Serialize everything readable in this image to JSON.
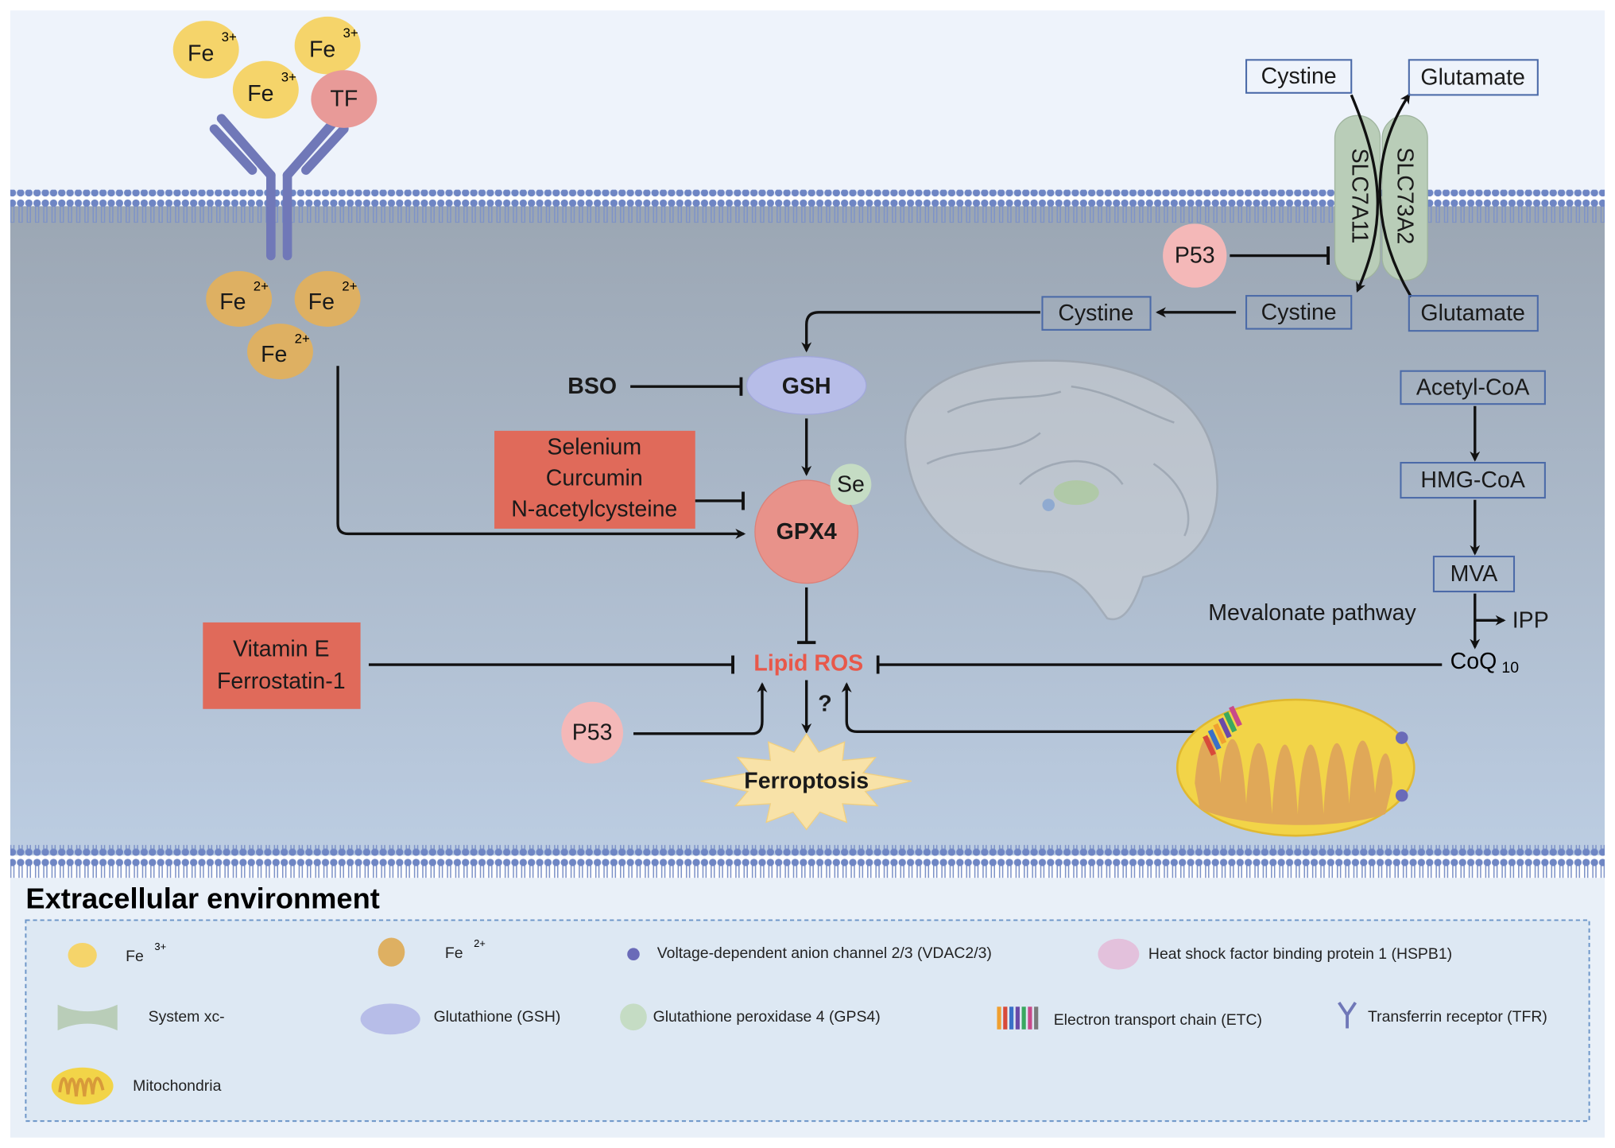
{
  "ions": {
    "fe3": "Fe",
    "fe3_sup": "3+",
    "fe2": "Fe",
    "fe2_sup": "2+",
    "tf": "TF"
  },
  "transporter": {
    "cystine_out": "Cystine",
    "glutamate_out": "Glutamate",
    "slc7a11": "SLC7A11",
    "slc3a2": "SLC73A2",
    "cystine_in": "Cystine",
    "glutamate_in": "Glutamate",
    "cystine_cyto": "Cystine"
  },
  "regulators": {
    "p53_top": "P53",
    "p53_bottom": "P53",
    "bso": "BSO"
  },
  "nodes": {
    "gsh": "GSH",
    "gpx4": "GPX4",
    "se": "Se",
    "lipid_ros": "Lipid ROS",
    "question": "?",
    "ferroptosis": "Ferroptosis"
  },
  "inhibitor_box_1": [
    "Selenium",
    "Curcumin",
    "N-acetylcysteine"
  ],
  "inhibitor_box_2": [
    "Vitamin E",
    "Ferrostatin-1"
  ],
  "mevalonate": {
    "acetyl_coa": "Acetyl-CoA",
    "hmg_coa": "HMG-CoA",
    "mva": "MVA",
    "pathway_label": "Mevalonate pathway",
    "ipp": "IPP",
    "coq": "CoQ",
    "coq_sub": "10"
  },
  "region_label": "Extracellular environment",
  "legend": {
    "fe3": "Fe",
    "fe3_sup": "3+",
    "fe2": "Fe",
    "fe2_sup": "2+",
    "vdac": "Voltage-dependent anion channel 2/3 (VDAC2/3)",
    "hspb1": "Heat shock factor binding protein 1 (HSPB1)",
    "system_xc": "System xc-",
    "gsh": "Glutathione (GSH)",
    "gpx4": "Glutathione peroxidase 4 (GPS4)",
    "etc": "Electron transport chain (ETC)",
    "tfr": "Transferrin receptor (TFR)",
    "mito": "Mitochondria"
  },
  "colors": {
    "fe3": "#f5d46a",
    "fe2": "#deb062",
    "tf": "#e89a98",
    "gsh": "#b7bde8",
    "gpx4": "#e8928a",
    "se": "#c5dcc4",
    "red_box": "#e06a5a",
    "lipid_ros": "#e8584a",
    "membrane": "#6f86c4",
    "mito": "#f2d448",
    "vdac": "#6a6bb8"
  }
}
